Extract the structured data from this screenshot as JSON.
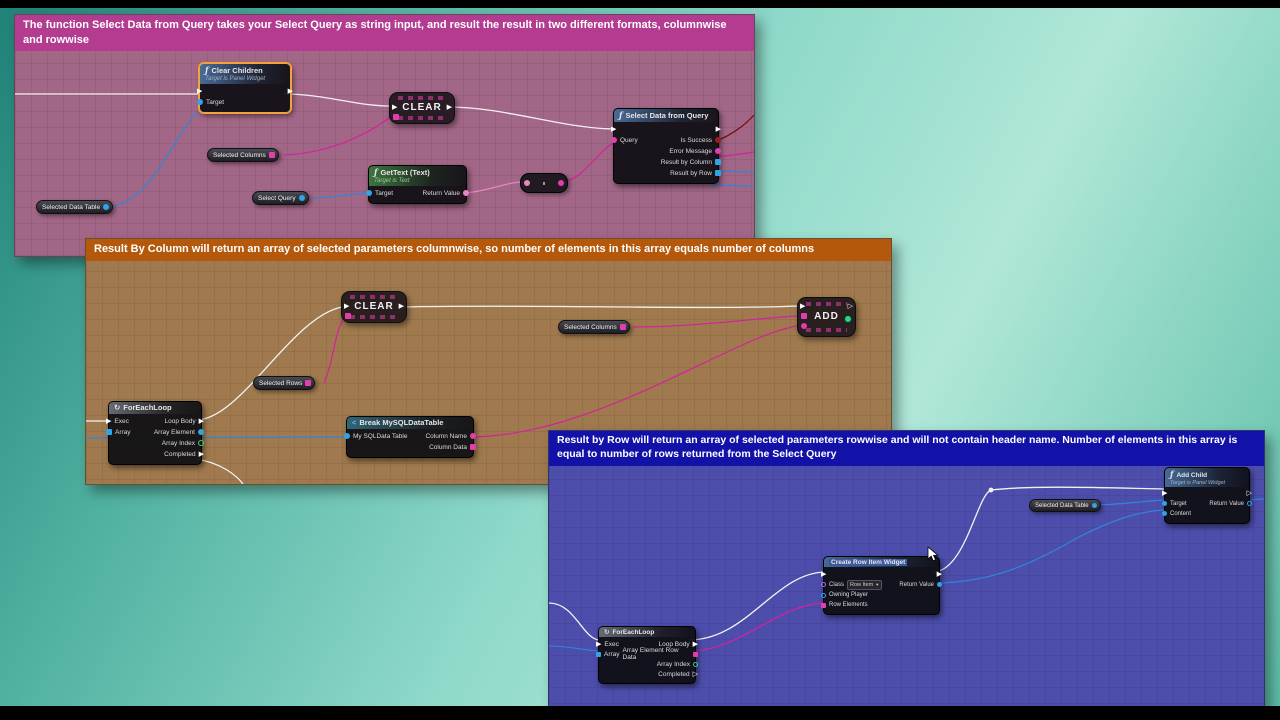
{
  "colors": {
    "panel_pink_banner": "#b33b90",
    "panel_pink_body": "#a26787",
    "panel_orange_banner": "#b4590c",
    "panel_orange_body": "#a07a4e",
    "panel_blue_banner": "#1212a8",
    "panel_blue_body": "#4d4eac",
    "exec_pin": "#ffffff",
    "object_pin": "#31a4e6",
    "string_pin": "#e23eae",
    "bool_pin": "#9c1b1b",
    "int_pin": "#2fd286",
    "text_pin": "#ea86c4"
  },
  "panels": {
    "pink": {
      "banner": "The function Select Data from Query takes your Select Query as string input, and result the result in two different formats, columnwise and rowwise",
      "nodes": {
        "clear_children": {
          "fn": "ƒ",
          "title": "Clear Children",
          "subtitle": "Target is Panel Widget",
          "pins": {
            "target": "Target"
          }
        },
        "clear_macro": {
          "title": "CLEAR"
        },
        "select_data": {
          "fn": "ƒ",
          "title": "Select Data from Query",
          "pins": {
            "query": "Query",
            "is_success": "Is Success",
            "error_message": "Error Message",
            "result_by_column": "Result by Column",
            "result_by_row": "Result by Row"
          }
        },
        "selected_columns": {
          "label": "Selected Columns"
        },
        "get_text": {
          "fn": "ƒ",
          "title": "GetText (Text)",
          "subtitle": "Target is Text",
          "pins": {
            "target": "Target",
            "return_value": "Return Value"
          }
        },
        "select_query": {
          "label": "Select Query"
        },
        "selected_data_table": {
          "label": "Selected Data Table"
        }
      }
    },
    "orange": {
      "banner": "Result By Column will return an array of selected parameters columnwise, so number of elements in this array equals number of columns",
      "nodes": {
        "clear_macro": {
          "title": "CLEAR"
        },
        "add_macro": {
          "title": "ADD"
        },
        "selected_columns": {
          "label": "Selected Columns"
        },
        "selected_rows": {
          "label": "Selected Rows"
        },
        "for_each_loop": {
          "icon": "↻",
          "title": "ForEachLoop",
          "pins": {
            "exec": "Exec",
            "array": "Array",
            "loop_body": "Loop Body",
            "array_element": "Array Element",
            "array_index": "Array Index",
            "completed": "Completed"
          }
        },
        "break_table": {
          "icon": "<",
          "title": "Break MySQLDataTable",
          "pins": {
            "my_sqldata_table": "My SQLData Table",
            "column_name": "Column Name",
            "column_data": "Column Data"
          }
        }
      }
    },
    "blue": {
      "banner": "Result by Row will return an array of selected parameters rowwise and will not contain header name. Number of elements in this array is equal to number of rows returned from the Select Query",
      "nodes": {
        "add_child": {
          "fn": "ƒ",
          "title": "Add Child",
          "subtitle": "Target is Panel Widget",
          "pins": {
            "target": "Target",
            "content": "Content",
            "return_value": "Return Value"
          }
        },
        "selected_data_table": {
          "label": "Selected Data Table"
        },
        "create_row": {
          "title": "Create Row Item Widget",
          "class_value": "Row Item",
          "dropdown_arrow": "▼",
          "pins": {
            "class": "Class",
            "owning_player": "Owning Player",
            "row_elements": "Row Elements",
            "return_value": "Return Value"
          }
        },
        "for_each_loop": {
          "icon": "↻",
          "title": "ForEachLoop",
          "pins": {
            "exec": "Exec",
            "array": "Array",
            "loop_body": "Loop Body",
            "array_element_row_data": "Array Element Row Data",
            "array_index": "Array Index",
            "completed": "Completed"
          }
        }
      }
    }
  }
}
